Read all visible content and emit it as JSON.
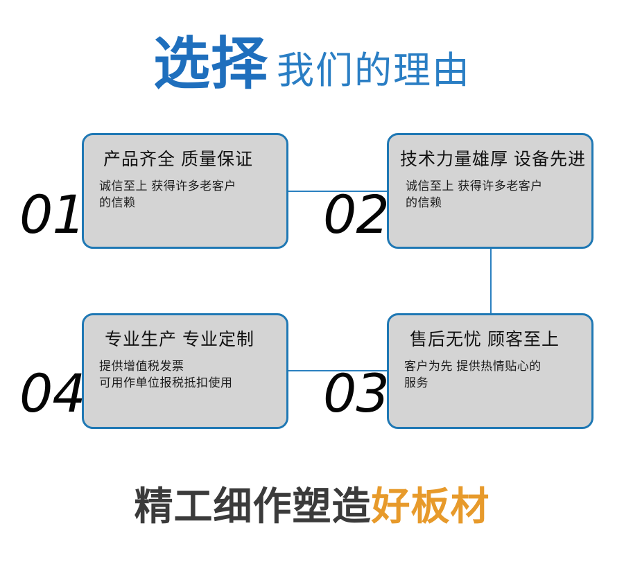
{
  "heading": {
    "strong": "选择",
    "light": "我们的理由",
    "color_strong": "#1f6fbd",
    "color_light": "#2a7ec4"
  },
  "cards": [
    {
      "number": "01",
      "title": "产品齐全 质量保证",
      "body_lines": [
        "诚信至上 获得许多老客户",
        "的信赖"
      ]
    },
    {
      "number": "02",
      "title": "技术力量雄厚 设备先进",
      "body_lines": [
        "诚信至上 获得许多老客户",
        "的信赖"
      ]
    },
    {
      "number": "03",
      "title": "售后无忧 顾客至上",
      "body_lines": [
        "客户为先 提供热情贴心的",
        "服务"
      ]
    },
    {
      "number": "04",
      "title": "专业生产 专业定制",
      "body_lines": [
        "提供增值税发票",
        "可用作单位报税抵扣使用"
      ]
    }
  ],
  "footer": {
    "dark": "精工细作塑造",
    "accent": "好板材",
    "color_dark": "#3b3b3b",
    "color_accent": "#e79a2b"
  },
  "theme": {
    "card_fill": "#d4d4d4",
    "card_border": "#1f78b4",
    "connector": "#2a80c0",
    "background": "#ffffff"
  }
}
